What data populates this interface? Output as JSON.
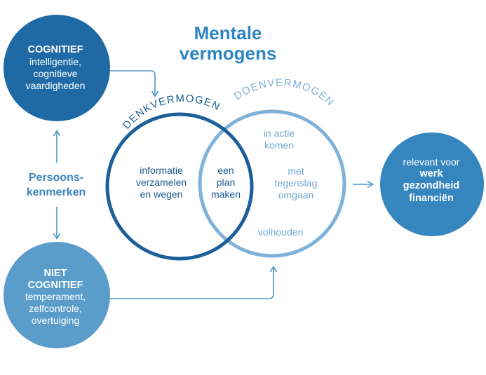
{
  "title": {
    "line1": "Mentale",
    "line2": "vermogens"
  },
  "cognitief": {
    "heading": "COGNITIEF",
    "lines": [
      "intelligentie,",
      "cognitieve",
      "vaardigheden"
    ]
  },
  "niet_cognitief": {
    "heading1": "NIET",
    "heading2": "COGNITIEF",
    "lines": [
      "temperament,",
      "zelfcontrole,",
      "overtuiging"
    ]
  },
  "persoonskenmerken": {
    "line1": "Persoons-",
    "line2": "kenmerken"
  },
  "denkvermogen": {
    "label": "DENKVERMOGEN",
    "text": [
      "informatie",
      "verzamelen",
      "en wegen"
    ]
  },
  "overlap": {
    "text": [
      "een",
      "plan",
      "maken"
    ]
  },
  "doenvermogen": {
    "label": "DOENVERMOGEN",
    "items": {
      "actie": [
        "in actie",
        "komen"
      ],
      "tegenslag": [
        "met",
        "tegenslag",
        "omgaan"
      ],
      "volhouden": "volhouden"
    }
  },
  "relevant": {
    "intro": "relevant voor",
    "items": [
      "werk",
      "gezondheid",
      "financiën"
    ]
  },
  "colors": {
    "cognitief_fill": "#1f6aa5",
    "niet_cognitief_fill": "#5a9dcb",
    "relevant_fill": "#3585bf",
    "denk_ring": "#1d5f98",
    "doen_ring": "#7fb1d9",
    "title": "#2e86c1",
    "arrow": "#4b96c8"
  }
}
